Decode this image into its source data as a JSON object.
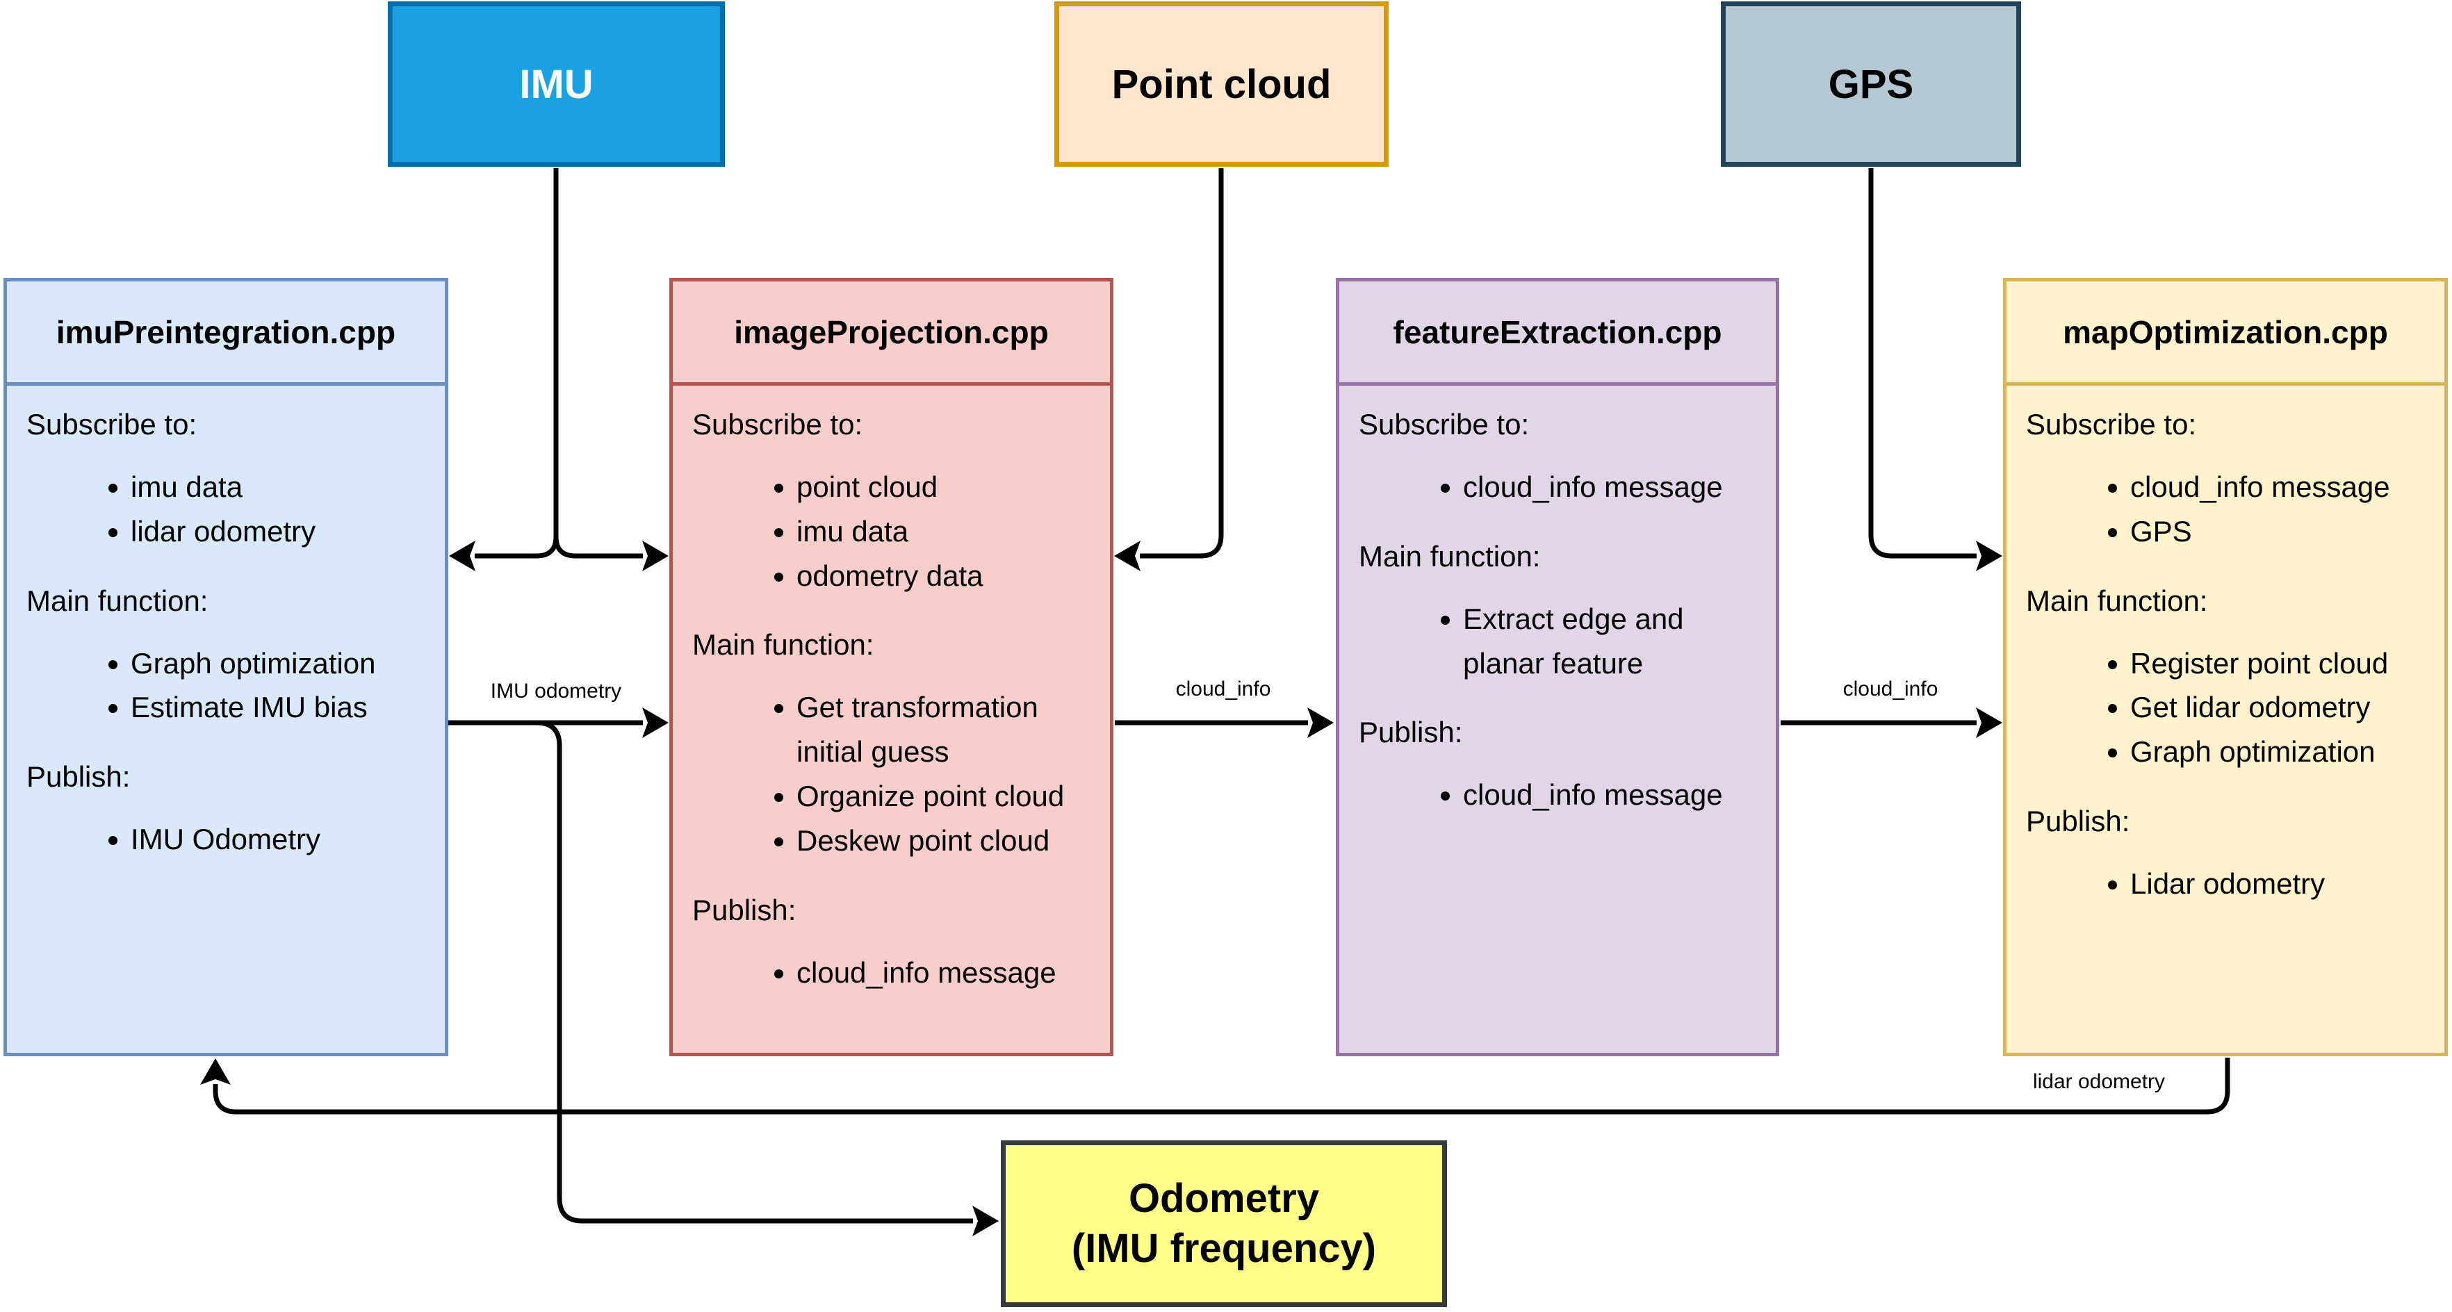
{
  "diagram": {
    "sources": [
      {
        "id": "imu",
        "label": "IMU",
        "fill": "#1BA1E2",
        "stroke": "#006EAF",
        "text_color": "#FFFFFF"
      },
      {
        "id": "point-cloud",
        "label": "Point cloud",
        "fill": "#FFE6CC",
        "stroke": "#D79B00",
        "text_color": "#000000"
      },
      {
        "id": "gps",
        "label": "GPS",
        "fill": "#B5C7D3",
        "stroke": "#23445D",
        "text_color": "#000000"
      }
    ],
    "modules": [
      {
        "id": "imuPreintegration",
        "title": "imuPreintegration.cpp",
        "fill": "#DAE8FC",
        "stroke": "#6C8EBF",
        "sections": [
          {
            "heading": "Subscribe to:",
            "items": [
              "imu data",
              "lidar odometry"
            ]
          },
          {
            "heading": "Main function:",
            "items": [
              "Graph optimization",
              "Estimate IMU bias"
            ]
          },
          {
            "heading": "Publish:",
            "items": [
              "IMU Odometry"
            ]
          }
        ]
      },
      {
        "id": "imageProjection",
        "title": "imageProjection.cpp",
        "fill": "#F8CECC",
        "stroke": "#B85450",
        "sections": [
          {
            "heading": "Subscribe to:",
            "items": [
              "point cloud",
              "imu data",
              "odometry data"
            ]
          },
          {
            "heading": "Main function:",
            "items": [
              "Get transformation initial guess",
              "Organize point cloud",
              "Deskew point cloud"
            ]
          },
          {
            "heading": "Publish:",
            "items": [
              "cloud_info message"
            ]
          }
        ]
      },
      {
        "id": "featureExtraction",
        "title": "featureExtraction.cpp",
        "fill": "#E1D5E7",
        "stroke": "#9673A6",
        "sections": [
          {
            "heading": "Subscribe to:",
            "items": [
              "cloud_info message"
            ]
          },
          {
            "heading": "Main function:",
            "items": [
              "Extract edge and planar feature"
            ]
          },
          {
            "heading": "Publish:",
            "items": [
              "cloud_info message"
            ]
          }
        ]
      },
      {
        "id": "mapOptimization",
        "title": "mapOptimization.cpp",
        "fill": "#FFF2CC",
        "stroke": "#D6B656",
        "sections": [
          {
            "heading": "Subscribe to:",
            "items": [
              "cloud_info message",
              "GPS"
            ]
          },
          {
            "heading": "Main function:",
            "items": [
              "Register point cloud",
              "Get lidar odometry",
              "Graph optimization"
            ]
          },
          {
            "heading": "Publish:",
            "items": [
              "Lidar odometry"
            ]
          }
        ]
      }
    ],
    "output": {
      "id": "odometry",
      "label_line1": "Odometry",
      "label_line2": "(IMU frequency)",
      "fill": "#FFFF88",
      "stroke": "#36393D",
      "text_color": "#000000"
    },
    "edge_labels": {
      "imu_odometry": "IMU odometry",
      "cloud_info_1": "cloud_info",
      "cloud_info_2": "cloud_info",
      "lidar_odometry": "lidar odometry"
    },
    "edge_color": "#000000"
  }
}
